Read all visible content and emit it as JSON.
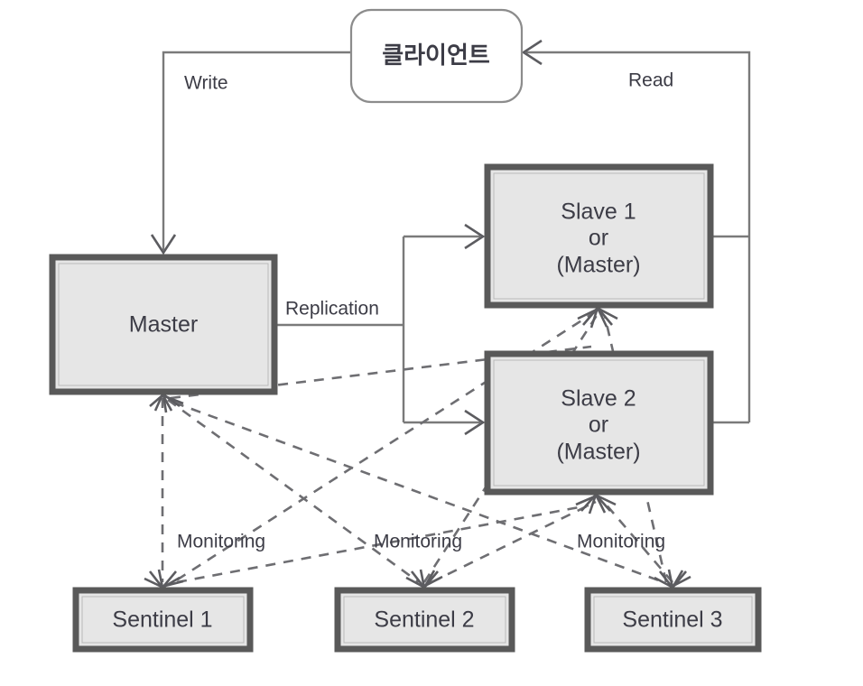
{
  "diagram": {
    "title": "Redis Master-Slave with Sentinel monitoring",
    "colors": {
      "box_fill": "#e6e6e6",
      "box_border": "#595959",
      "client_border": "#8c8c8c",
      "solid_edge": "#7a7a7a",
      "dashed_edge": "#6e6e72",
      "text": "#3c3c46",
      "background": "#ffffff"
    },
    "nodes": {
      "client": {
        "label": "클라이언트",
        "shape": "rounded-rect",
        "fill": "#ffffff"
      },
      "master": {
        "label": "Master",
        "shape": "rect",
        "fill": "#e6e6e6"
      },
      "slave1": {
        "line1": "Slave 1",
        "line2": "or",
        "line3": "(Master)",
        "shape": "rect",
        "fill": "#e6e6e6"
      },
      "slave2": {
        "line1": "Slave 2",
        "line2": "or",
        "line3": "(Master)",
        "shape": "rect",
        "fill": "#e6e6e6"
      },
      "sentinel1": {
        "label": "Sentinel 1",
        "shape": "rect",
        "fill": "#e6e6e6"
      },
      "sentinel2": {
        "label": "Sentinel 2",
        "shape": "rect",
        "fill": "#e6e6e6"
      },
      "sentinel3": {
        "label": "Sentinel 3",
        "shape": "rect",
        "fill": "#e6e6e6"
      }
    },
    "edge_labels": {
      "write": "Write",
      "read": "Read",
      "replication": "Replication",
      "monitoring_1": "Monitoring",
      "monitoring_2": "Monitoring",
      "monitoring_3": "Monitoring"
    }
  }
}
